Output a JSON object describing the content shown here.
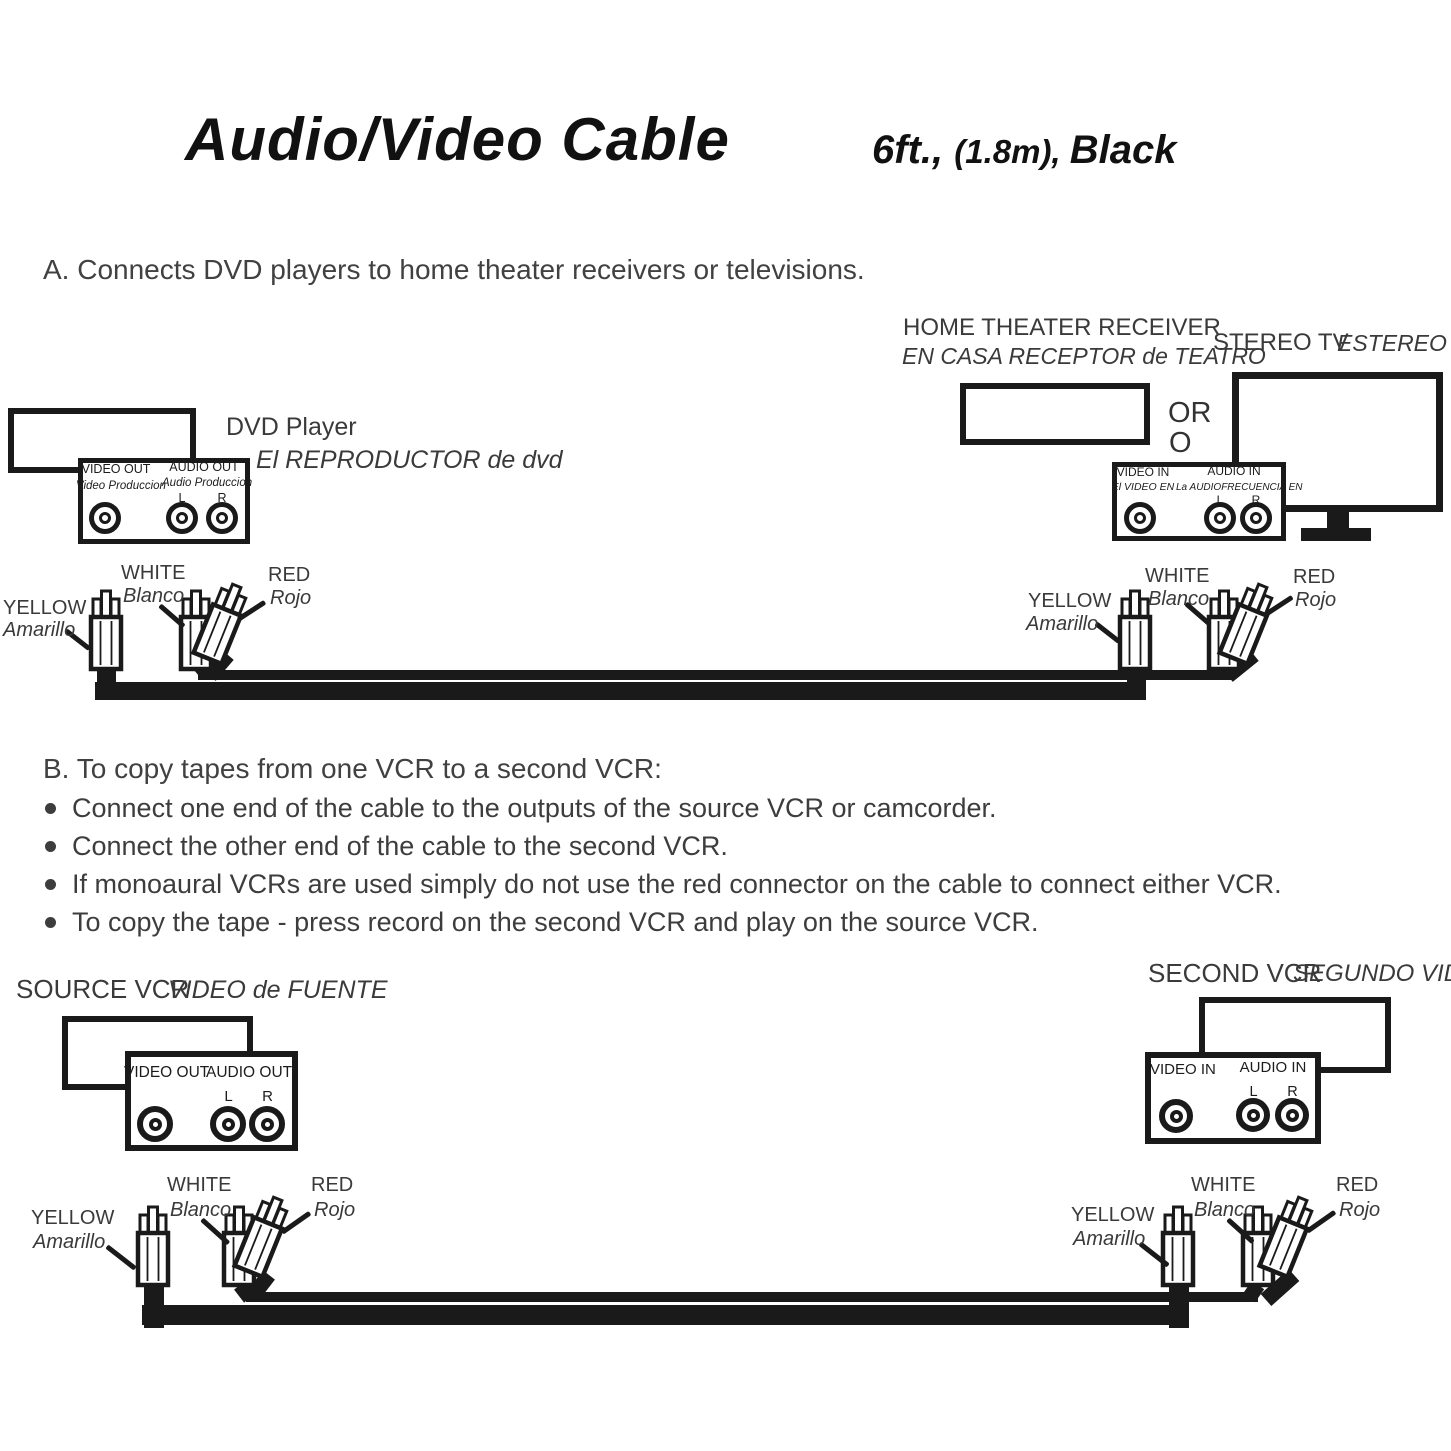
{
  "title": {
    "main": "Audio/Video Cable",
    "spec_ft": "6ft., ",
    "spec_m": "(1.8m), ",
    "spec_color": "Black"
  },
  "section_a": {
    "heading": "A. Connects DVD players to home theater receivers or televisions.",
    "dvd_player": {
      "name": "DVD Player",
      "name_es": "El REPRODUCTOR de dvd"
    },
    "receiver": {
      "name": "HOME THEATER RECEIVER",
      "name_es": "EN CASA RECEPTOR de TEATRO"
    },
    "or": {
      "en": "OR",
      "es": "O"
    },
    "stereo_tv": {
      "name": "STEREO TV",
      "name_es": "ESTEREO"
    },
    "dvd_panel": {
      "video": "VIDEO OUT",
      "video_es": "Video Produccion",
      "audio": "AUDIO OUT",
      "audio_es": "Audio Produccion",
      "l": "L",
      "r": "R"
    },
    "tv_panel": {
      "video": "VIDEO IN",
      "video_es": "El VIDEO EN",
      "audio": "AUDIO IN",
      "audio_es": "La AUDIOFRECUENCIA EN",
      "l": "L",
      "r": "R"
    }
  },
  "section_b": {
    "heading": "B. To copy tapes from one VCR to a second VCR:",
    "bullets": [
      "Connect one end of the cable to the outputs of the source VCR or camcorder.",
      "Connect the other end of the cable to the second VCR.",
      "If monoaural VCRs are used simply do not use the red connector on the cable to connect either VCR.",
      "To copy the tape - press record on the second VCR and play on the source VCR."
    ],
    "source_vcr": {
      "name": "SOURCE VCR",
      "name_es": "VIDEO de FUENTE"
    },
    "second_vcr": {
      "name": "SECOND VCR",
      "name_es": "SEGUNDO VIDEO"
    },
    "source_panel": {
      "video": "VIDEO OUT",
      "audio": "AUDIO OUT",
      "l": "L",
      "r": "R"
    },
    "second_panel": {
      "video": "VIDEO IN",
      "audio": "AUDIO IN",
      "l": "L",
      "r": "R"
    }
  },
  "plug_labels": {
    "yellow": "YELLOW",
    "yellow_es": "Amarillo",
    "white": "WHITE",
    "white_es": "Blanco",
    "red": "RED",
    "red_es": "Rojo"
  },
  "colors": {
    "ink": "#1a1a1a",
    "text": "#3d3d3d"
  }
}
